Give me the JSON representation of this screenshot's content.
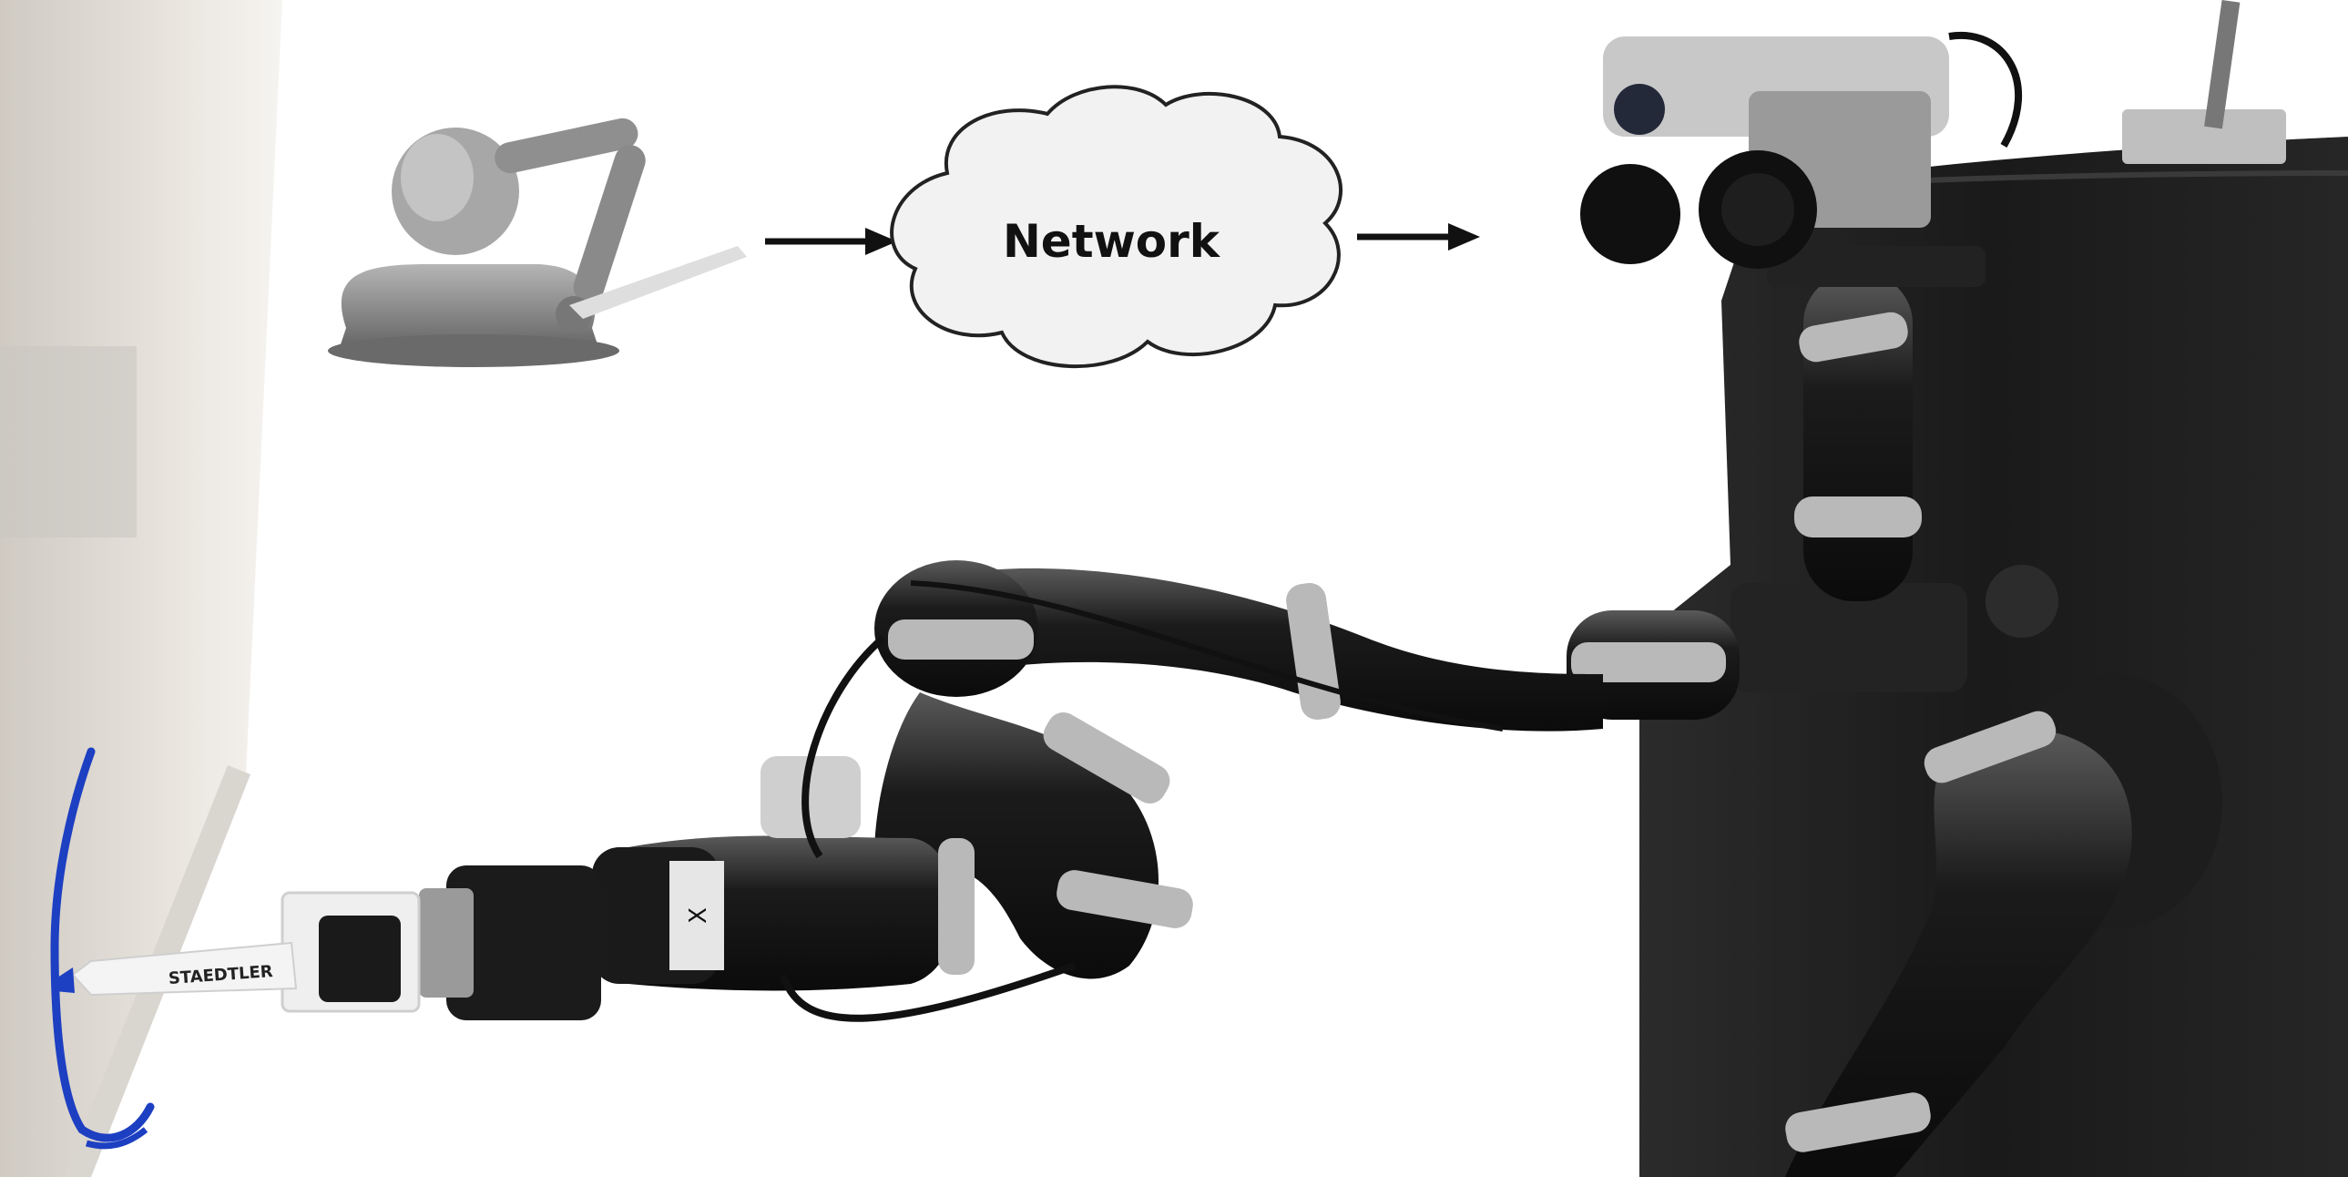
{
  "diagram": {
    "network_label": "Network",
    "pen_brand": "STAEDTLER",
    "gripper_mark": "X"
  },
  "colors": {
    "background": "#ffffff",
    "robot_body": "#1c1c1c",
    "haptic_gray": "#8a8a8a",
    "band_gray": "#b9b9b9",
    "arrow": "#111111",
    "whiteboard_stroke": "#1d3fc2"
  }
}
